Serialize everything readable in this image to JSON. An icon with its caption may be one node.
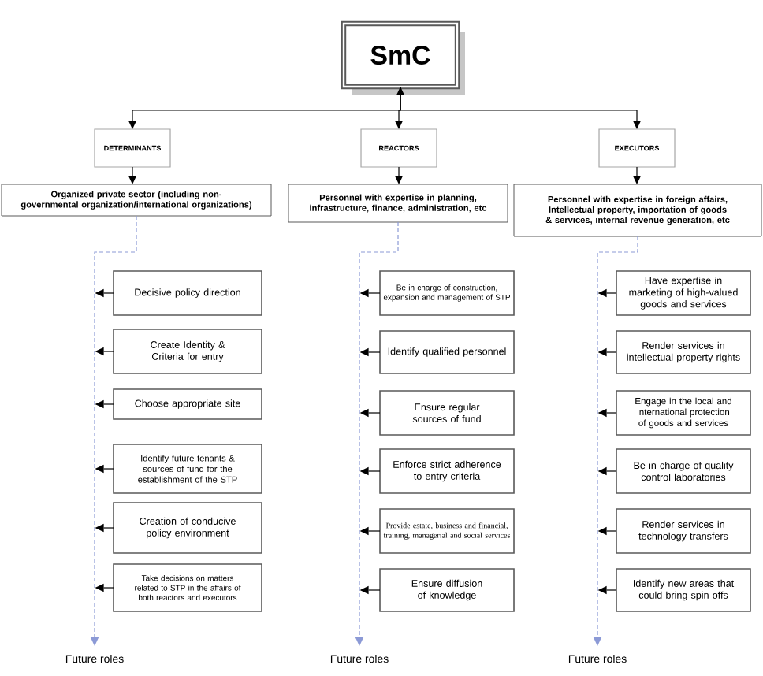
{
  "diagram": {
    "nodes": [
      {
        "text": [
          "SmC"
        ]
      },
      {
        "text": [
          "DETERMINANTS"
        ]
      },
      {
        "text": [
          "REACTORS"
        ]
      },
      {
        "text": [
          "EXECUTORS"
        ]
      },
      {
        "text": [
          "Organized private sector (including non-governmental organization/international organizations)"
        ]
      },
      {
        "text": [
          "Personnel with expertise in  planning, infrastructure, finance, administration, etc"
        ]
      },
      {
        "text": [
          "Personnel with expertise in foreign affairs, Intellectual property, importation of goods & services, internal revenue generation, etc"
        ]
      },
      {
        "text": [
          "Decisive policy direction"
        ]
      },
      {
        "text": [
          "Create Identity & Criteria for entry"
        ]
      },
      {
        "text": [
          "Choose appropriate site"
        ]
      },
      {
        "text": [
          "Identify future tenants & sources of fund for the establishment of the STP"
        ]
      },
      {
        "text": [
          "Creation of conducive policy environment"
        ]
      },
      {
        "text": [
          "Take decisions on matters related to STP in the affairs of both reactors and executors"
        ]
      },
      {
        "text": [
          "Future roles"
        ]
      },
      {
        "text": [
          "Be in charge of construction, expansion and management of STP"
        ]
      },
      {
        "text": [
          "Identify qualified personnel"
        ]
      },
      {
        "text": [
          "Ensure regular sources of fund"
        ]
      },
      {
        "text": [
          "Enforce strict adherence to entry criteria"
        ]
      },
      {
        "text": [
          "Provide estate, business and financial, training, managerial and social services"
        ]
      },
      {
        "text": [
          "Ensure diffusion of knowledge"
        ]
      },
      {
        "text": [
          "Future roles"
        ]
      },
      {
        "text": [
          "Have expertise in marketing of  high-valued goods and services"
        ]
      },
      {
        "text": [
          "Render services in intellectual property rights"
        ]
      },
      {
        "text": [
          "Engage in the local and international protection of goods and services"
        ]
      },
      {
        "text": [
          "Be in charge of quality control laboratories"
        ]
      },
      {
        "text": [
          "Render services in technology transfers"
        ]
      },
      {
        "text": [
          "Identify new areas that could bring spin offs"
        ]
      },
      {
        "text": [
          "Future roles"
        ]
      }
    ],
    "edges": [
      {
        "from": 0,
        "to": 1,
        "arrow": "to"
      },
      {
        "from": 0,
        "to": 2,
        "arrow": "both"
      },
      {
        "from": 0,
        "to": 3,
        "arrow": "to"
      },
      {
        "from": 1,
        "to": 4,
        "arrow": "to"
      },
      {
        "from": 2,
        "to": 5,
        "arrow": "to"
      },
      {
        "from": 3,
        "to": 6,
        "arrow": "to"
      },
      {
        "from": 4,
        "to": 13,
        "arrow": "to",
        "style": "dashed",
        "color": "#8c9ad6"
      },
      {
        "from": 7,
        "to": null,
        "arrow": "to"
      },
      {
        "from": 8,
        "to": null,
        "arrow": "to"
      },
      {
        "from": 9,
        "to": null,
        "arrow": "to"
      },
      {
        "from": 10,
        "to": null,
        "arrow": "to"
      },
      {
        "from": 11,
        "to": null,
        "arrow": "to"
      },
      {
        "from": 12,
        "to": null,
        "arrow": "to"
      },
      {
        "from": 5,
        "to": 20,
        "arrow": "to",
        "style": "dashed",
        "color": "#8c9ad6"
      },
      {
        "from": 14,
        "to": null,
        "arrow": "to"
      },
      {
        "from": 15,
        "to": null,
        "arrow": "to"
      },
      {
        "from": 16,
        "to": null,
        "arrow": "to"
      },
      {
        "from": 17,
        "to": null,
        "arrow": "to"
      },
      {
        "from": 18,
        "to": null,
        "arrow": "to"
      },
      {
        "from": 19,
        "to": null,
        "arrow": "to"
      },
      {
        "from": 6,
        "to": 27,
        "arrow": "to",
        "style": "dashed",
        "color": "#8c9ad6"
      },
      {
        "from": 21,
        "to": null,
        "arrow": "to"
      },
      {
        "from": 22,
        "to": null,
        "arrow": "to"
      },
      {
        "from": 23,
        "to": null,
        "arrow": "to"
      },
      {
        "from": 24,
        "to": null,
        "arrow": "to"
      },
      {
        "from": 25,
        "to": null,
        "arrow": "to"
      },
      {
        "from": 26,
        "to": null,
        "arrow": "to"
      }
    ]
  }
}
